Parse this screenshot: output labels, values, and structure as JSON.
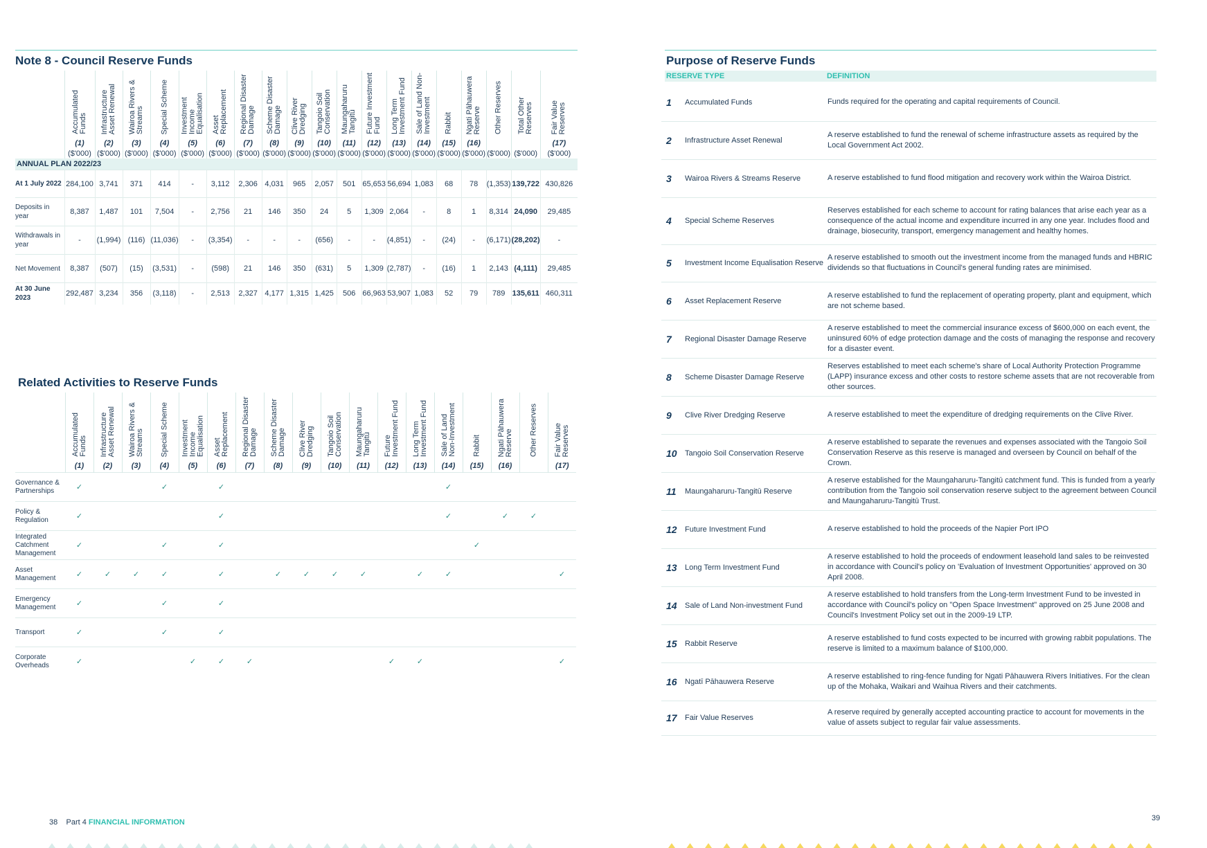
{
  "note8": {
    "title": "Note 8 - Council Reserve Funds",
    "columns": [
      {
        "label": "Accumulated\nFunds",
        "num": "(1)",
        "unit": "($'000)"
      },
      {
        "label": "Infrastructure\nAsset Renewal",
        "num": "(2)",
        "unit": "($'000)"
      },
      {
        "label": "Wairoa Rivers &\nStreams",
        "num": "(3)",
        "unit": "($'000)"
      },
      {
        "label": "Special Scheme",
        "num": "(4)",
        "unit": "($'000)"
      },
      {
        "label": "Investment\nIncome\nEqualisation",
        "num": "(5)",
        "unit": "($'000)"
      },
      {
        "label": "Asset\nReplacement",
        "num": "(6)",
        "unit": "($'000)"
      },
      {
        "label": "Regional Disaster\nDamage",
        "num": "(7)",
        "unit": "($'000)"
      },
      {
        "label": "Scheme Disaster\nDamage",
        "num": "(8)",
        "unit": "($'000)"
      },
      {
        "label": "Clive River\nDredging",
        "num": "(9)",
        "unit": "($'000)"
      },
      {
        "label": "Tangoio Soil\nConservation",
        "num": "(10)",
        "unit": "($'000)"
      },
      {
        "label": "Maungaharuru\nTangitū",
        "num": "(11)",
        "unit": "($'000)"
      },
      {
        "label": "Future Investment\nFund",
        "num": "(12)",
        "unit": "($'000)"
      },
      {
        "label": "Long Term\nInvestment Fund",
        "num": "(13)",
        "unit": "($'000)"
      },
      {
        "label": "Sale of Land Non-\nInvestment",
        "num": "(14)",
        "unit": "($'000)"
      },
      {
        "label": "Rabbit",
        "num": "(15)",
        "unit": "($'000)"
      },
      {
        "label": "Ngati Pāhauwera\nReserve",
        "num": "(16)",
        "unit": "($'000)"
      },
      {
        "label": "Other Reserves",
        "num": "",
        "unit": "($'000)"
      },
      {
        "label": "Total Other\nReserves",
        "num": "",
        "unit": "($'000)"
      },
      {
        "label": "Fair Value\nReserves",
        "num": "(17)",
        "unit": "($'000)"
      }
    ],
    "band": "ANNUAL PLAN 2022/23",
    "rows": [
      {
        "label": "At 1 July 2022",
        "bold": true,
        "values": [
          "284,100",
          "3,741",
          "371",
          "414",
          "-",
          "3,112",
          "2,306",
          "4,031",
          "965",
          "2,057",
          "501",
          "65,653",
          "56,694",
          "1,083",
          "68",
          "78",
          "(1,353)",
          "139,722",
          "430,826"
        ]
      },
      {
        "label": "Deposits in year",
        "bold": false,
        "values": [
          "8,387",
          "1,487",
          "101",
          "7,504",
          "-",
          "2,756",
          "21",
          "146",
          "350",
          "24",
          "5",
          "1,309",
          "2,064",
          "-",
          "8",
          "1",
          "8,314",
          "24,090",
          "29,485"
        ]
      },
      {
        "label": "Withdrawals in year",
        "bold": false,
        "values": [
          "-",
          "(1,994)",
          "(116)",
          "(11,036)",
          "-",
          "(3,354)",
          "-",
          "-",
          "-",
          "(656)",
          "-",
          "-",
          "(4,851)",
          "-",
          "(24)",
          "-",
          "(6,171)",
          "(28,202)",
          "-"
        ]
      },
      {
        "label": "Net Movement",
        "bold": false,
        "values": [
          "8,387",
          "(507)",
          "(15)",
          "(3,531)",
          "-",
          "(598)",
          "21",
          "146",
          "350",
          "(631)",
          "5",
          "1,309",
          "(2,787)",
          "-",
          "(16)",
          "1",
          "2,143",
          "(4,111)",
          "29,485"
        ]
      },
      {
        "label": "At 30 June 2023",
        "bold": true,
        "values": [
          "292,487",
          "3,234",
          "356",
          "(3,118)",
          "-",
          "2,513",
          "2,327",
          "4,177",
          "1,315",
          "1,425",
          "506",
          "66,963",
          "53,907",
          "1,083",
          "52",
          "79",
          "789",
          "135,611",
          "460,311"
        ]
      }
    ]
  },
  "related": {
    "title": "Related Activities to Reserve Funds",
    "columns": [
      {
        "label": "Accumulated\nFunds",
        "num": "(1)"
      },
      {
        "label": "Infrastructure\nAsset Renewal",
        "num": "(2)"
      },
      {
        "label": "Wairoa Rivers &\nStreams",
        "num": "(3)"
      },
      {
        "label": "Special Scheme",
        "num": "(4)"
      },
      {
        "label": "Investment\nIncome\nEqualisation",
        "num": "(5)"
      },
      {
        "label": "Asset\nReplacement",
        "num": "(6)"
      },
      {
        "label": "Regional Disaster\nDamage",
        "num": "(7)"
      },
      {
        "label": "Scheme Disaster\nDamage",
        "num": "(8)"
      },
      {
        "label": "Clive River\nDredging",
        "num": "(9)"
      },
      {
        "label": "Tangoio Soil\nConservation",
        "num": "(10)"
      },
      {
        "label": "Maungaharuru\nTangitū",
        "num": "(11)"
      },
      {
        "label": "Future\nInvestment Fund",
        "num": "(12)"
      },
      {
        "label": "Long Term\nInvestment Fund",
        "num": "(13)"
      },
      {
        "label": "Sale of Land\nNon-Investment",
        "num": "(14)"
      },
      {
        "label": "Rabbit",
        "num": "(15)"
      },
      {
        "label": "Ngati Pāhauwera\nReserve",
        "num": "(16)"
      },
      {
        "label": "Other Reserves",
        "num": ""
      },
      {
        "label": "Fair Value\nReserves",
        "num": "(17)"
      }
    ],
    "tick": "✓",
    "rows": [
      {
        "label": "Governance & Partnerships",
        "ticks": [
          1,
          0,
          0,
          1,
          0,
          1,
          0,
          0,
          0,
          0,
          0,
          0,
          0,
          1,
          0,
          0,
          0,
          0
        ]
      },
      {
        "label": "Policy & Regulation",
        "ticks": [
          1,
          0,
          0,
          0,
          0,
          1,
          0,
          0,
          0,
          0,
          0,
          0,
          0,
          1,
          0,
          1,
          1,
          0
        ]
      },
      {
        "label": "Integrated Catchment Management",
        "ticks": [
          1,
          0,
          0,
          1,
          0,
          1,
          0,
          0,
          0,
          0,
          0,
          0,
          0,
          0,
          1,
          0,
          0,
          0
        ]
      },
      {
        "label": "Asset Management",
        "ticks": [
          1,
          1,
          1,
          1,
          0,
          1,
          0,
          1,
          1,
          1,
          1,
          0,
          1,
          1,
          0,
          0,
          0,
          1
        ]
      },
      {
        "label": "Emergency Management",
        "ticks": [
          1,
          0,
          0,
          1,
          0,
          1,
          0,
          0,
          0,
          0,
          0,
          0,
          0,
          0,
          0,
          0,
          0,
          0
        ]
      },
      {
        "label": "Transport",
        "ticks": [
          1,
          0,
          0,
          1,
          0,
          1,
          0,
          0,
          0,
          0,
          0,
          0,
          0,
          0,
          0,
          0,
          0,
          0
        ]
      },
      {
        "label": "Corporate Overheads",
        "ticks": [
          1,
          0,
          0,
          0,
          1,
          1,
          1,
          0,
          0,
          0,
          0,
          1,
          1,
          0,
          0,
          0,
          0,
          1
        ]
      }
    ]
  },
  "purpose": {
    "title": "Purpose of Reserve Funds",
    "col_type": "RESERVE TYPE",
    "col_def": "DEFINITION",
    "rows": [
      {
        "num": "1",
        "type": "Accumulated Funds",
        "def": "Funds required for the operating and capital requirements of Council."
      },
      {
        "num": "2",
        "type": "Infrastructure Asset Renewal",
        "def": "A reserve established to fund the renewal of scheme infrastructure assets as required by the Local Government Act 2002."
      },
      {
        "num": "3",
        "type": "Wairoa Rivers & Streams Reserve",
        "def": "A reserve established to fund flood mitigation and recovery work within the Wairoa District."
      },
      {
        "num": "4",
        "type": "Special Scheme Reserves",
        "def": "Reserves established for each scheme to account for rating balances that arise each year as a consequence of the actual income and expenditure incurred in any one year. Includes flood and drainage, biosecurity, transport, emergency management and healthy homes."
      },
      {
        "num": "5",
        "type": " Investment Income Equalisation Reserve",
        "def": "A reserve established to smooth out the investment income from the managed funds and HBRIC dividends so that fluctuations in Council's general funding rates are minimised."
      },
      {
        "num": "6",
        "type": "Asset Replacement Reserve",
        "def": "A reserve established to fund the replacement of operating property, plant and equipment, which are not scheme based."
      },
      {
        "num": "7",
        "type": "Regional Disaster Damage Reserve",
        "def": "A reserve established to meet the commercial insurance excess of $600,000 on each event, the uninsured 60% of edge protection damage and the costs of managing the response and recovery for a disaster event."
      },
      {
        "num": "8",
        "type": "Scheme Disaster Damage Reserve",
        "def": "Reserves established to meet each scheme's share of Local Authority Protection Programme (LAPP) insurance excess and other costs to restore scheme assets that are not recoverable from other sources."
      },
      {
        "num": "9",
        "type": "Clive River Dredging Reserve",
        "def": "A reserve established to meet the expenditure of dredging requirements on the Clive River."
      },
      {
        "num": "10",
        "type": "Tangoio Soil Conservation Reserve",
        "def": "A reserve established to separate the revenues and expenses associated with the Tangoio Soil Conservation Reserve as this reserve is managed and overseen by Council on behalf of the Crown."
      },
      {
        "num": "11",
        "type": "Maungaharuru-Tangitū Reserve",
        "def": "A reserve established for the Maungaharuru-Tangitū catchment fund. This is funded from a yearly contribution from the Tangoio soil conservation reserve subject to the agreement between Council and Maungaharuru-Tangitū Trust."
      },
      {
        "num": "12",
        "type": "Future Investment Fund",
        "def": "A reserve established to hold the proceeds of the Napier Port IPO"
      },
      {
        "num": "13",
        "type": "Long Term Investment Fund",
        "def": "A reserve established to hold the proceeds of endowment leasehold land sales to be reinvested in accordance with Council's policy on 'Evaluation of Investment Opportunities' approved on 30 April 2008."
      },
      {
        "num": "14",
        "type": "Sale of Land Non-investment Fund",
        "def": "A reserve established to hold transfers from the Long-term Investment Fund to be invested in accordance with Council's policy on \"Open Space Investment\" approved on 25 June 2008 and Council's Investment Policy set out in the 2009-19 LTP."
      },
      {
        "num": "15",
        "type": "Rabbit Reserve",
        "def": "A reserve established to fund costs expected to be incurred with growing rabbit populations. The reserve is limited to a maximum balance of $100,000."
      },
      {
        "num": "16",
        "type": "Ngatī Pāhauwera Reserve",
        "def": "A reserve established to ring-fence funding for Ngati Pāhauwera Rivers Initiatives. For the clean up of the Mohaka, Waikari and Waihua Rivers and their catchments."
      },
      {
        "num": "17",
        "type": "Fair Value Reserves",
        "def": "A reserve required by generally accepted accounting practice to account for movements in the value of assets subject to regular fair value assessments."
      }
    ]
  },
  "footer": {
    "page_left": "38",
    "part": "Part 4",
    "section": "FINANCIAL INFORMATION",
    "page_right": "39"
  },
  "colors": {
    "navy": "#163a5c",
    "teal": "#2fbfb0",
    "band": "#e3f3f1",
    "dots_left": "#d8ecea",
    "dots_right": "#f6d85e"
  }
}
